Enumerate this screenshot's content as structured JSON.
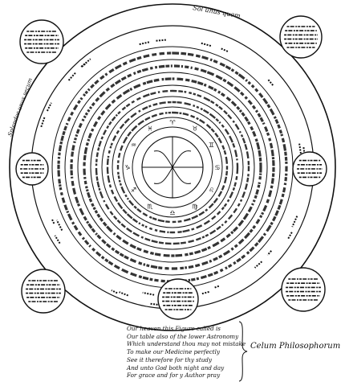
{
  "page": {
    "background": "#ffffff",
    "ink": "#111111"
  },
  "labels": {
    "top_right": "Sol unus quem",
    "left_upper": "Splendor unus secum"
  },
  "caption": {
    "lines": [
      "Our heaven this Figure called is",
      "Our table also of the lower Astronomy",
      "Which understand thou may not mistake",
      "To make our Medicine perfectly",
      "See it therefore for thy study",
      "And unto God both night and day",
      "For grace and for y Author pray"
    ]
  },
  "side_title": "Celum Philosophorum"
}
